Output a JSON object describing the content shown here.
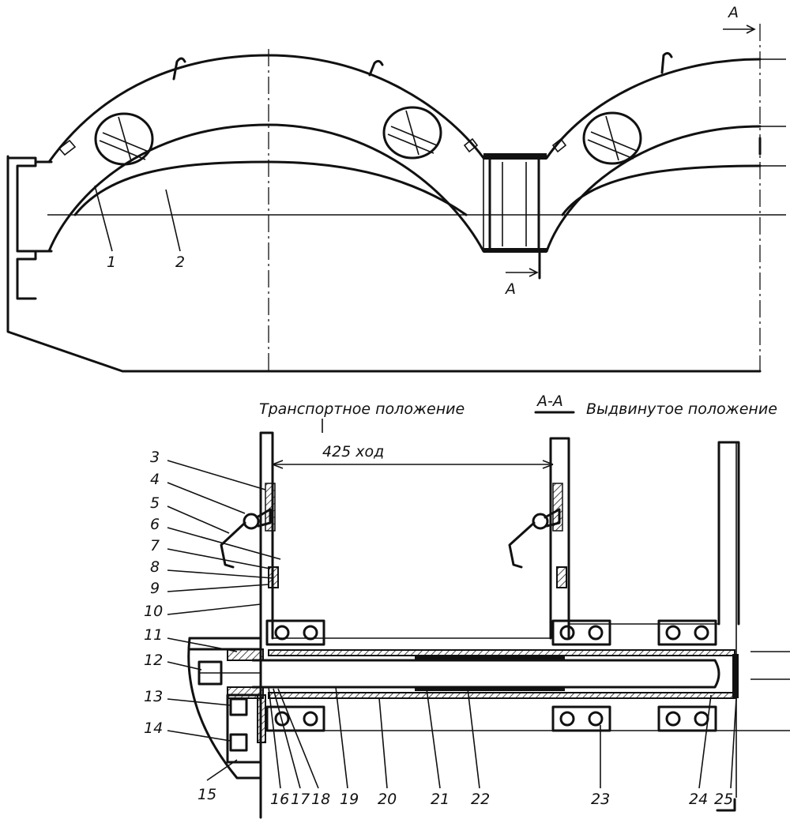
{
  "section_mark": "А",
  "section_title": "А-А",
  "captions": {
    "transport": "Транспортное положение",
    "extended": "Выдвинутое положение",
    "stroke": "425 ход"
  },
  "part_numbers": [
    "1",
    "2",
    "3",
    "4",
    "5",
    "6",
    "7",
    "8",
    "9",
    "10",
    "11",
    "12",
    "13",
    "14",
    "15",
    "16",
    "17",
    "18",
    "19",
    "20",
    "21",
    "22",
    "23",
    "24",
    "25"
  ]
}
